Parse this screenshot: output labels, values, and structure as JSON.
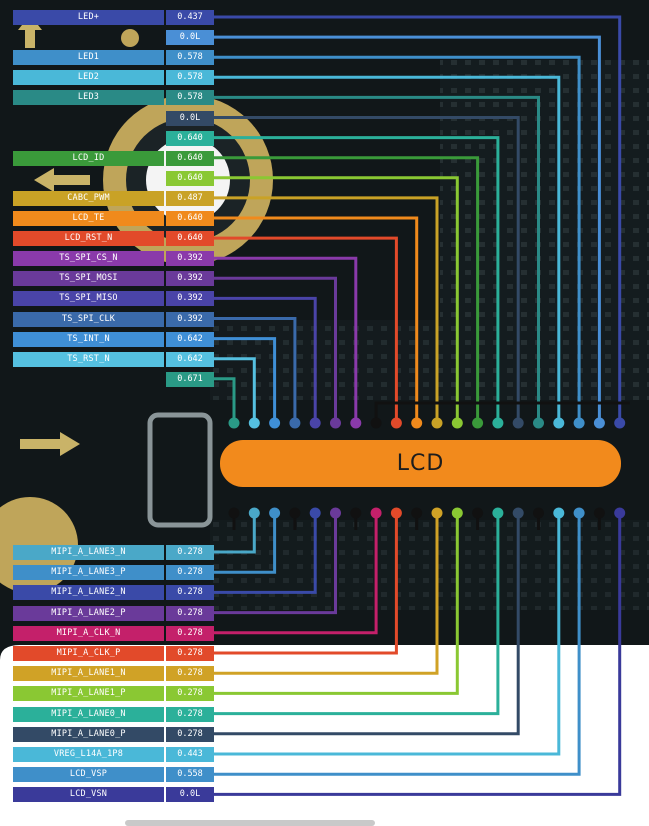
{
  "chip": {
    "label": "LCD"
  },
  "colors": {
    "text": "#ffffff",
    "value_bg": "#1f5fa8",
    "chip": "#f28a1c",
    "lead": "#cfcfcf"
  },
  "top_signals": [
    {
      "name": "LED+",
      "value": "0.437",
      "color": "#3a4aa8"
    },
    {
      "name": "",
      "value": "0.0L",
      "color": "#4a8fd6"
    },
    {
      "name": "LED1",
      "value": "0.578",
      "color": "#3f8fc9"
    },
    {
      "name": "LED2",
      "value": "0.578",
      "color": "#4ab8d8"
    },
    {
      "name": "LED3",
      "value": "0.578",
      "color": "#2a8a86"
    },
    {
      "name": "",
      "value": "0.0L",
      "color": "#334a66"
    },
    {
      "name": "",
      "value": "0.640",
      "color": "#2bb09a"
    },
    {
      "name": "LCD_ID",
      "value": "0.640",
      "color": "#3a9a3a"
    },
    {
      "name": "",
      "value": "0.640",
      "color": "#8ac833"
    },
    {
      "name": "CABC_PWM",
      "value": "0.487",
      "color": "#c9a226"
    },
    {
      "name": "LCD_TE",
      "value": "0.640",
      "color": "#f08a1c"
    },
    {
      "name": "LCD_RST_N",
      "value": "0.640",
      "color": "#e24a2a"
    },
    {
      "name": "TS_SPI_CS_N",
      "value": "0.392",
      "color": "#8a3aaa"
    },
    {
      "name": "TS_SPI_MOSI",
      "value": "0.392",
      "color": "#6a3a9a"
    },
    {
      "name": "TS_SPI_MISO",
      "value": "0.392",
      "color": "#4a44a8"
    },
    {
      "name": "TS_SPI_CLK",
      "value": "0.392",
      "color": "#3a6aaa"
    },
    {
      "name": "TS_INT_N",
      "value": "0.642",
      "color": "#3f8fd6"
    },
    {
      "name": "TS_RST_N",
      "value": "0.642",
      "color": "#55c0e0"
    },
    {
      "name": "",
      "value": "0.671",
      "color": "#2a9a86"
    }
  ],
  "bottom_signals": [
    {
      "name": "MIPI_A_LANE3_N",
      "value": "0.278",
      "color": "#4aa8c8"
    },
    {
      "name": "MIPI_A_LANE3_P",
      "value": "0.278",
      "color": "#3f8fc9"
    },
    {
      "name": "MIPI_A_LANE2_N",
      "value": "0.278",
      "color": "#3a4aa8"
    },
    {
      "name": "MIPI_A_LANE2_P",
      "value": "0.278",
      "color": "#6a3a9a"
    },
    {
      "name": "MIPI_A_CLK_N",
      "value": "0.278",
      "color": "#c4206a"
    },
    {
      "name": "MIPI_A_CLK_P",
      "value": "0.278",
      "color": "#e24a2a"
    },
    {
      "name": "MIPI_A_LANE1_N",
      "value": "0.278",
      "color": "#d0a226"
    },
    {
      "name": "MIPI_A_LANE1_P",
      "value": "0.278",
      "color": "#8ac833"
    },
    {
      "name": "MIPI_A_LANE0_N",
      "value": "0.278",
      "color": "#2bb09a"
    },
    {
      "name": "MIPI_A_LANE0_P",
      "value": "0.278",
      "color": "#334a66"
    },
    {
      "name": "VREG_L14A_1P8",
      "value": "0.443",
      "color": "#4ab8d8"
    },
    {
      "name": "LCD_VSP",
      "value": "0.558",
      "color": "#3f8fc9"
    },
    {
      "name": "LCD_VSN",
      "value": "0.0L",
      "color": "#3a3a9a"
    }
  ]
}
